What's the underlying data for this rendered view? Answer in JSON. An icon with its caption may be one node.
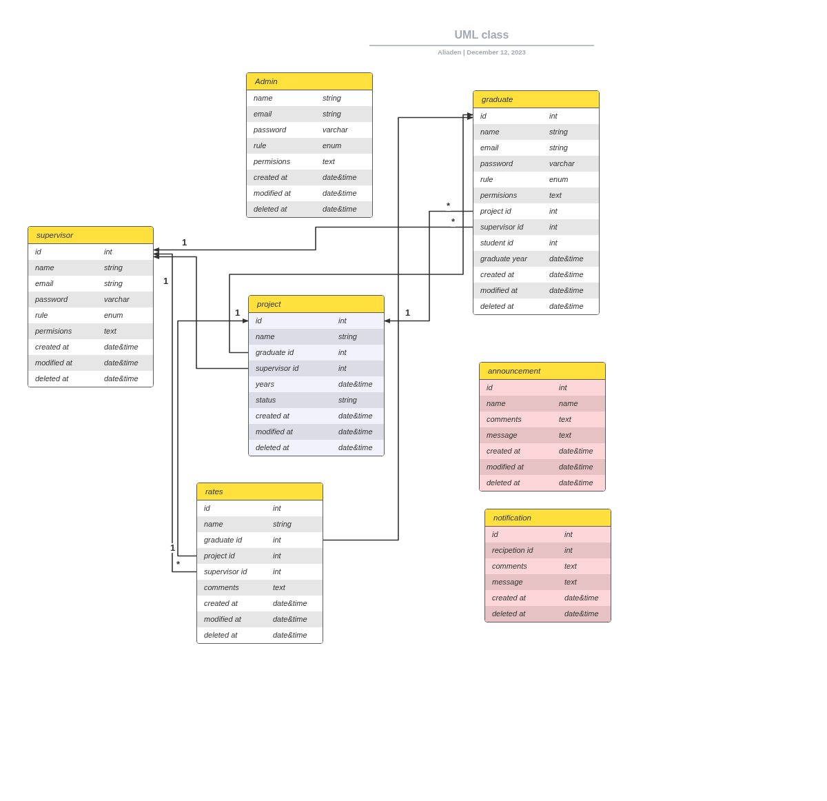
{
  "diagram": {
    "title": "UML class",
    "caption": "Aliaden | December 12, 2023",
    "nodes": [
      {
        "text": [
          "Admin"
        ]
      },
      {
        "text": [
          "name",
          "string"
        ],
        "in": 0
      },
      {
        "text": [
          "email",
          "string"
        ],
        "in": 0
      },
      {
        "text": [
          "password",
          "varchar"
        ],
        "in": 0
      },
      {
        "text": [
          "rule",
          "enum"
        ],
        "in": 0
      },
      {
        "text": [
          "permisions",
          "text"
        ],
        "in": 0
      },
      {
        "text": [
          "created at",
          "date&time"
        ],
        "in": 0
      },
      {
        "text": [
          "modified at",
          "date&time"
        ],
        "in": 0
      },
      {
        "text": [
          "deleted at",
          "date&time"
        ],
        "in": 0
      },
      {
        "text": [
          "graduate"
        ]
      },
      {
        "text": [
          "id",
          "int"
        ],
        "in": 9
      },
      {
        "text": [
          "name",
          "string"
        ],
        "in": 9
      },
      {
        "text": [
          "email",
          "string"
        ],
        "in": 9
      },
      {
        "text": [
          "password",
          "varchar"
        ],
        "in": 9
      },
      {
        "text": [
          "rule",
          "enum"
        ],
        "in": 9
      },
      {
        "text": [
          "permisions",
          "text"
        ],
        "in": 9
      },
      {
        "text": [
          "project id",
          "int"
        ],
        "in": 9
      },
      {
        "text": [
          "supervisor id",
          "int"
        ],
        "in": 9
      },
      {
        "text": [
          "student id",
          "int"
        ],
        "in": 9
      },
      {
        "text": [
          "graduate year",
          "date&time"
        ],
        "in": 9
      },
      {
        "text": [
          "created at",
          "date&time"
        ],
        "in": 9
      },
      {
        "text": [
          "modified at",
          "date&time"
        ],
        "in": 9
      },
      {
        "text": [
          "deleted at",
          "date&time"
        ],
        "in": 9
      },
      {
        "text": [
          "supervisor"
        ]
      },
      {
        "text": [
          "id",
          "int"
        ],
        "in": 23
      },
      {
        "text": [
          "name",
          "string"
        ],
        "in": 23
      },
      {
        "text": [
          "email",
          "string"
        ],
        "in": 23
      },
      {
        "text": [
          "password",
          "varchar"
        ],
        "in": 23
      },
      {
        "text": [
          "rule",
          "enum"
        ],
        "in": 23
      },
      {
        "text": [
          "permisions",
          "text"
        ],
        "in": 23
      },
      {
        "text": [
          "created at",
          "date&time"
        ],
        "in": 23
      },
      {
        "text": [
          "modified at",
          "date&time"
        ],
        "in": 23
      },
      {
        "text": [
          "deleted at",
          "date&time"
        ],
        "in": 23
      },
      {
        "text": [
          "project"
        ]
      },
      {
        "text": [
          "id",
          "int"
        ],
        "in": 33
      },
      {
        "text": [
          "name",
          "string"
        ],
        "in": 33
      },
      {
        "text": [
          "graduate id",
          "int"
        ],
        "in": 33
      },
      {
        "text": [
          "supervisor id",
          "int"
        ],
        "in": 33
      },
      {
        "text": [
          "years",
          "date&time"
        ],
        "in": 33
      },
      {
        "text": [
          "status",
          "string"
        ],
        "in": 33
      },
      {
        "text": [
          "created at",
          "date&time"
        ],
        "in": 33
      },
      {
        "text": [
          "modified at",
          "date&time"
        ],
        "in": 33
      },
      {
        "text": [
          "deleted at",
          "date&time"
        ],
        "in": 33
      },
      {
        "text": [
          "announcement"
        ]
      },
      {
        "text": [
          "id",
          "int"
        ],
        "in": 43
      },
      {
        "text": [
          "name",
          "name"
        ],
        "in": 43
      },
      {
        "text": [
          "comments",
          "text"
        ],
        "in": 43
      },
      {
        "text": [
          "message",
          "text"
        ],
        "in": 43
      },
      {
        "text": [
          "created at",
          "date&time"
        ],
        "in": 43
      },
      {
        "text": [
          "modified at",
          "date&time"
        ],
        "in": 43
      },
      {
        "text": [
          "deleted at",
          "date&time"
        ],
        "in": 43
      },
      {
        "text": [
          "notification"
        ]
      },
      {
        "text": [
          "id",
          "int"
        ],
        "in": 51
      },
      {
        "text": [
          "recipetion id",
          "int"
        ],
        "in": 51
      },
      {
        "text": [
          "comments",
          "text"
        ],
        "in": 51
      },
      {
        "text": [
          "message",
          "text"
        ],
        "in": 51
      },
      {
        "text": [
          "created at",
          "date&time"
        ],
        "in": 51
      },
      {
        "text": [
          "deleted at",
          "date&time"
        ],
        "in": 51
      },
      {
        "text": [
          "rates"
        ]
      },
      {
        "text": [
          "id",
          "int"
        ],
        "in": 58
      },
      {
        "text": [
          "name",
          "string"
        ],
        "in": 58
      },
      {
        "text": [
          "graduate id",
          "int"
        ],
        "in": 58
      },
      {
        "text": [
          "project id",
          "int"
        ],
        "in": 58
      },
      {
        "text": [
          "supervisor id",
          "int"
        ],
        "in": 58
      },
      {
        "text": [
          "comments",
          "text"
        ],
        "in": 58
      },
      {
        "text": [
          "created at",
          "date&time"
        ],
        "in": 58
      },
      {
        "text": [
          "modified at",
          "date&time"
        ],
        "in": 58
      },
      {
        "text": [
          "deleted at",
          "date&time"
        ],
        "in": 58
      }
    ],
    "edges": [
      {
        "from": 17,
        "to": 24,
        "arrow": "to"
      },
      {
        "from": 37,
        "to": 24,
        "arrow": "to"
      },
      {
        "from": 63,
        "to": 24,
        "arrow": "to"
      },
      {
        "from": 36,
        "to": 10,
        "arrow": "to"
      },
      {
        "from": 61,
        "to": 10,
        "arrow": "to"
      },
      {
        "from": 16,
        "to": 34,
        "arrow": "to"
      },
      {
        "from": 62,
        "to": 34,
        "arrow": "to"
      }
    ],
    "labels": [
      "*",
      "*",
      "1",
      "1",
      "1",
      "1",
      "1",
      "*"
    ]
  }
}
